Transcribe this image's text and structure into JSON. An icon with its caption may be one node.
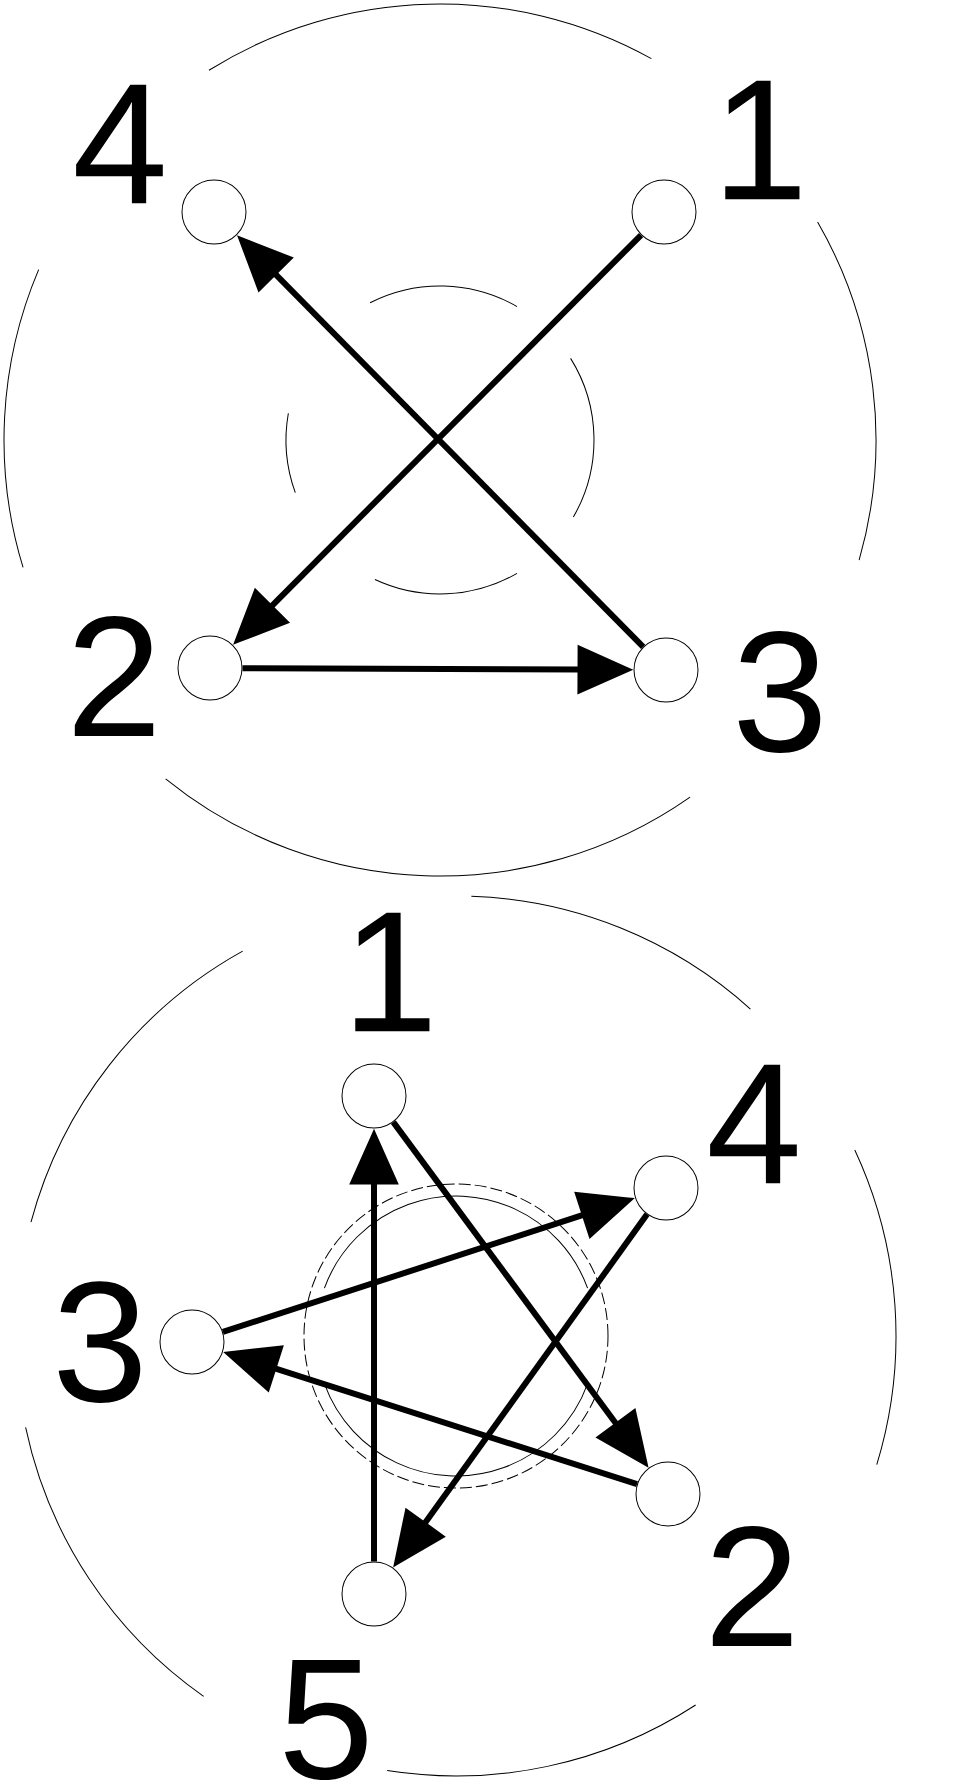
{
  "diagram": {
    "nodes": [
      {
        "text": [],
        "shape": "circle",
        "beside": [
          "4"
        ]
      },
      {
        "text": [],
        "shape": "circle",
        "beside": [
          "1"
        ]
      },
      {
        "text": [],
        "shape": "circle",
        "beside": [
          "2"
        ]
      },
      {
        "text": [],
        "shape": "circle",
        "beside": [
          "3"
        ]
      },
      {
        "text": [],
        "shape": "circle",
        "beside": [
          "1"
        ]
      },
      {
        "text": [],
        "shape": "circle",
        "beside": [
          "4"
        ]
      },
      {
        "text": [],
        "shape": "circle",
        "beside": [
          "3"
        ]
      },
      {
        "text": [],
        "shape": "circle",
        "beside": [
          "2"
        ]
      },
      {
        "text": [],
        "shape": "circle",
        "beside": [
          "5"
        ]
      }
    ],
    "edges": [
      {
        "from": 1,
        "to": 2,
        "arrow": "to"
      },
      {
        "from": 2,
        "to": 3,
        "arrow": "to"
      },
      {
        "from": 3,
        "to": 0,
        "arrow": "to"
      },
      {
        "from": 4,
        "to": 7,
        "arrow": "to"
      },
      {
        "from": 7,
        "to": 6,
        "arrow": "to"
      },
      {
        "from": 6,
        "to": 5,
        "arrow": "to"
      },
      {
        "from": 5,
        "to": 8,
        "arrow": "to"
      },
      {
        "from": 8,
        "to": 4,
        "arrow": "to"
      }
    ]
  }
}
